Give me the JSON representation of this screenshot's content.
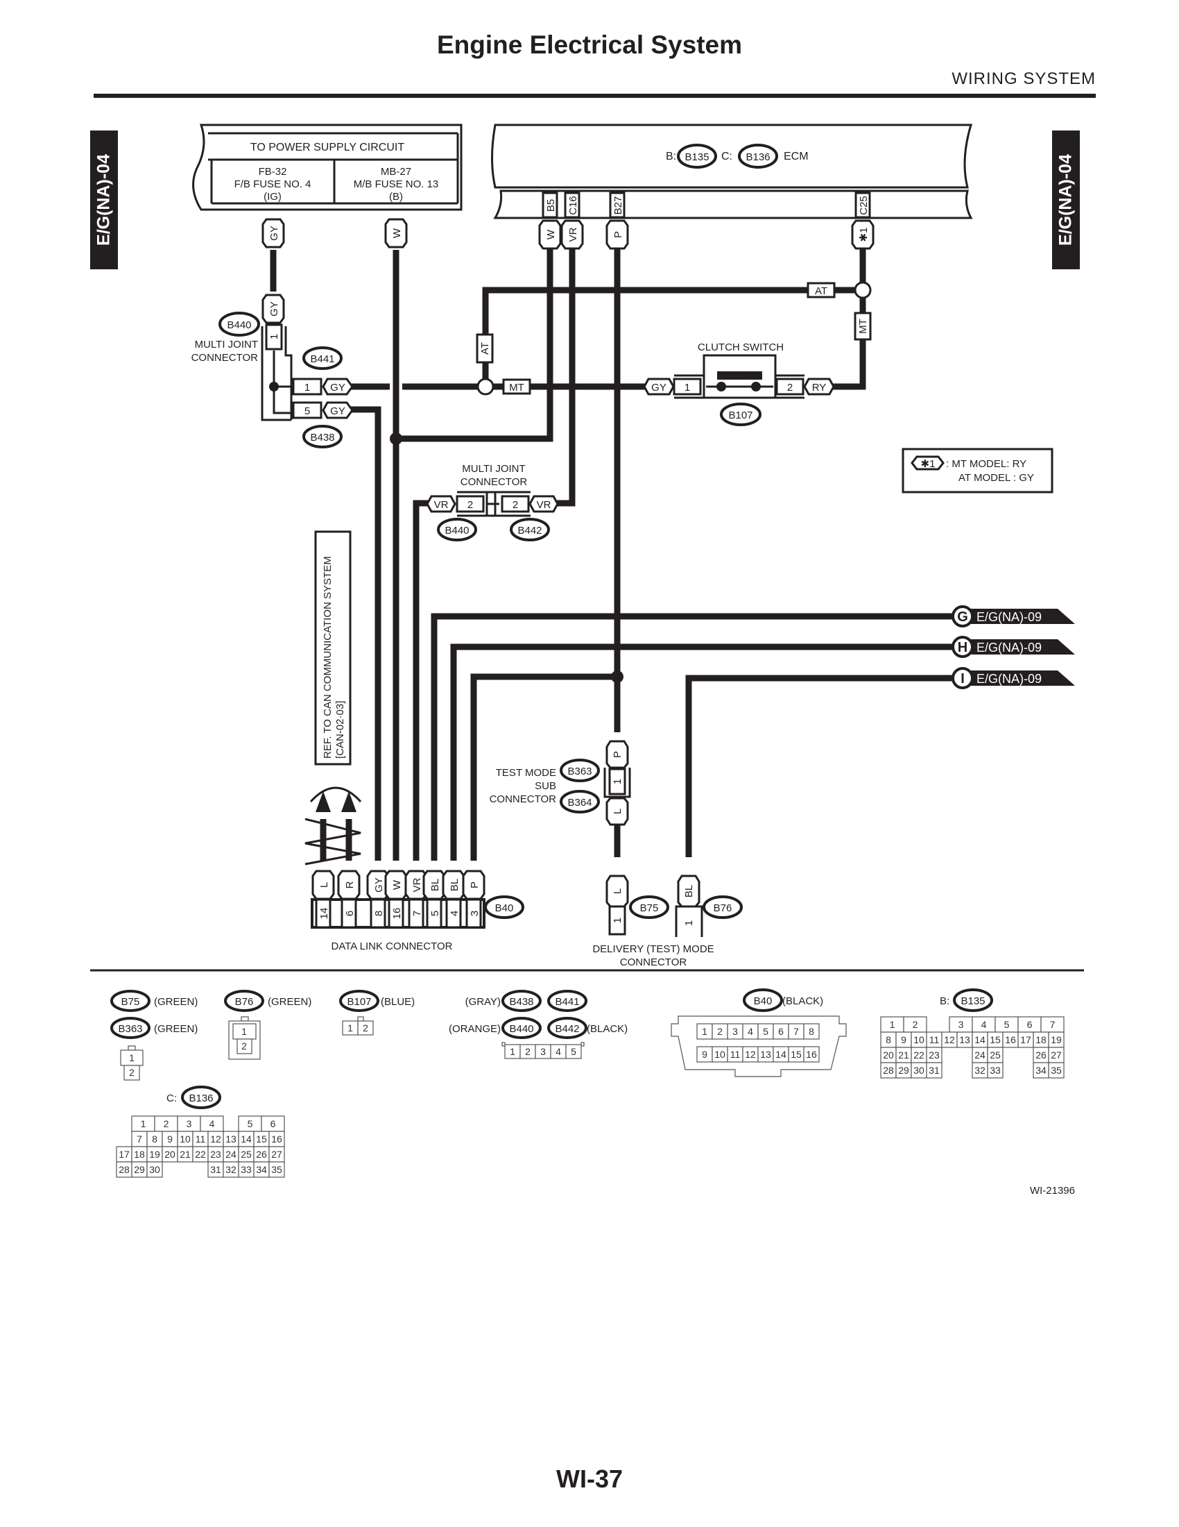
{
  "header": {
    "title": "Engine Electrical System",
    "section": "WIRING SYSTEM",
    "page_number": "WI-37",
    "figure_id": "WI-21396",
    "side_tab_left": "E/G(NA)-04",
    "side_tab_right": "E/G(NA)-04"
  },
  "power_supply": {
    "title": "TO POWER SUPPLY CIRCUIT",
    "fuses": [
      {
        "line1": "FB-32",
        "line2": "F/B FUSE NO. 4",
        "line3": "(IG)",
        "wire": "GY"
      },
      {
        "line1": "MB-27",
        "line2": "M/B FUSE NO. 13",
        "line3": "(B)",
        "wire": "W"
      }
    ]
  },
  "ecm": {
    "label_b": "B:",
    "conn_b": "B135",
    "label_c": "C:",
    "conn_c": "B136",
    "name": "ECM",
    "pins": [
      {
        "pin": "B5",
        "wire": "W"
      },
      {
        "pin": "C16",
        "wire": "VR"
      },
      {
        "pin": "B27",
        "wire": "P"
      },
      {
        "pin": "C25",
        "wire": "✱1"
      }
    ]
  },
  "multi_joint_left": {
    "label_line1": "MULTI JOINT",
    "label_line2": "CONNECTOR",
    "conn_top": "B440",
    "conn_mid": "B441",
    "conn_bottom": "B438",
    "top_pin": "1",
    "top_wire": "GY",
    "pins": [
      {
        "pin": "1",
        "wire": "GY"
      },
      {
        "pin": "5",
        "wire": "GY"
      }
    ]
  },
  "clutch_switch": {
    "label": "CLUTCH SWITCH",
    "conn": "B107",
    "pin1": "1",
    "wire1": "GY",
    "pin2": "2",
    "wire2": "RY",
    "at_tag": "AT",
    "mt_tag": "MT"
  },
  "branch_tags": {
    "at_left": "AT",
    "mt_left": "MT",
    "at_right": "AT",
    "mt_right": "MT"
  },
  "note": {
    "symbol": "✱1",
    "line1": ": MT MODEL: RY",
    "line2": "AT MODEL : GY"
  },
  "multi_joint_mid": {
    "label_line1": "MULTI JOINT",
    "label_line2": "CONNECTOR",
    "left_conn": "B440",
    "right_conn": "B442",
    "left_pin": "2",
    "right_pin": "2",
    "left_wire": "VR",
    "right_wire": "VR"
  },
  "can_ref": {
    "line1": "REF. TO CAN COMMUNICATION SYSTEM",
    "line2": "[CAN-02·03]"
  },
  "off_page": [
    {
      "letter": "G",
      "ref": "E/G(NA)-09"
    },
    {
      "letter": "H",
      "ref": "E/G(NA)-09"
    },
    {
      "letter": "I",
      "ref": "E/G(NA)-09"
    }
  ],
  "test_mode_sub": {
    "line1": "TEST MODE",
    "line2": "SUB",
    "line3": "CONNECTOR",
    "conn_top": "B363",
    "conn_bottom": "B364",
    "pin": "1",
    "wire_top": "P",
    "wire_bottom": "L"
  },
  "data_link": {
    "label": "DATA LINK CONNECTOR",
    "conn": "B40",
    "pins": [
      {
        "pin": "14",
        "wire": "L"
      },
      {
        "pin": "6",
        "wire": "R"
      },
      {
        "pin": "8",
        "wire": "GY"
      },
      {
        "pin": "16",
        "wire": "W"
      },
      {
        "pin": "7",
        "wire": "VR"
      },
      {
        "pin": "5",
        "wire": "BL"
      },
      {
        "pin": "4",
        "wire": "BL"
      },
      {
        "pin": "3",
        "wire": "P"
      }
    ]
  },
  "delivery_mode": {
    "label_line1": "DELIVERY (TEST) MODE",
    "label_line2": "CONNECTOR",
    "left": {
      "conn": "B75",
      "pin": "1",
      "wire": "L"
    },
    "right": {
      "conn": "B76",
      "pin": "1",
      "wire": "BL"
    }
  },
  "connector_views": {
    "b75": {
      "conn": "B75",
      "color": "(GREEN)"
    },
    "b363": {
      "conn": "B363",
      "color": "(GREEN)"
    },
    "b76": {
      "conn": "B76",
      "color": "(GREEN)"
    },
    "b107": {
      "conn": "B107",
      "color": "(BLUE)"
    },
    "b438": {
      "conn": "B438",
      "color": "(GRAY)"
    },
    "b441": {
      "conn": "B441"
    },
    "b440": {
      "conn": "B440",
      "color": "(ORANGE)"
    },
    "b442": {
      "conn": "B442",
      "color": "(BLACK)"
    },
    "b40": {
      "conn": "B40",
      "color": "(BLACK)"
    },
    "b135": {
      "prefix": "B:",
      "conn": "B135"
    },
    "b136": {
      "prefix": "C:",
      "conn": "B136"
    },
    "two_pin": [
      "1",
      "2"
    ],
    "five_pin": [
      "1",
      "2",
      "3",
      "4",
      "5"
    ],
    "b40_pins": [
      [
        "1",
        "2",
        "3",
        "4",
        "5",
        "6",
        "7",
        "8"
      ],
      [
        "9",
        "10",
        "11",
        "12",
        "13",
        "14",
        "15",
        "16"
      ]
    ],
    "b135_rows": [
      [
        "1",
        "2",
        "",
        "3",
        "4",
        "5",
        "6",
        "7"
      ],
      [
        "8",
        "9",
        "10",
        "11",
        "12",
        "13",
        "14",
        "15",
        "16",
        "17",
        "18",
        "19"
      ],
      [
        "20",
        "21",
        "22",
        "23",
        "",
        "",
        "24",
        "25",
        "",
        "",
        "26",
        "27"
      ],
      [
        "28",
        "29",
        "30",
        "31",
        "",
        "",
        "32",
        "33",
        "",
        "",
        "34",
        "35"
      ]
    ],
    "b136_rows": [
      [
        "",
        "1",
        "2",
        "3",
        "4",
        "",
        "5",
        "6"
      ],
      [
        "",
        "7",
        "8",
        "9",
        "10",
        "11",
        "12",
        "13",
        "14",
        "15",
        "16"
      ],
      [
        "17",
        "18",
        "19",
        "20",
        "21",
        "22",
        "23",
        "24",
        "25",
        "26",
        "27"
      ],
      [
        "28",
        "29",
        "30",
        "",
        "",
        "",
        "31",
        "32",
        "33",
        "34",
        "35"
      ]
    ]
  }
}
